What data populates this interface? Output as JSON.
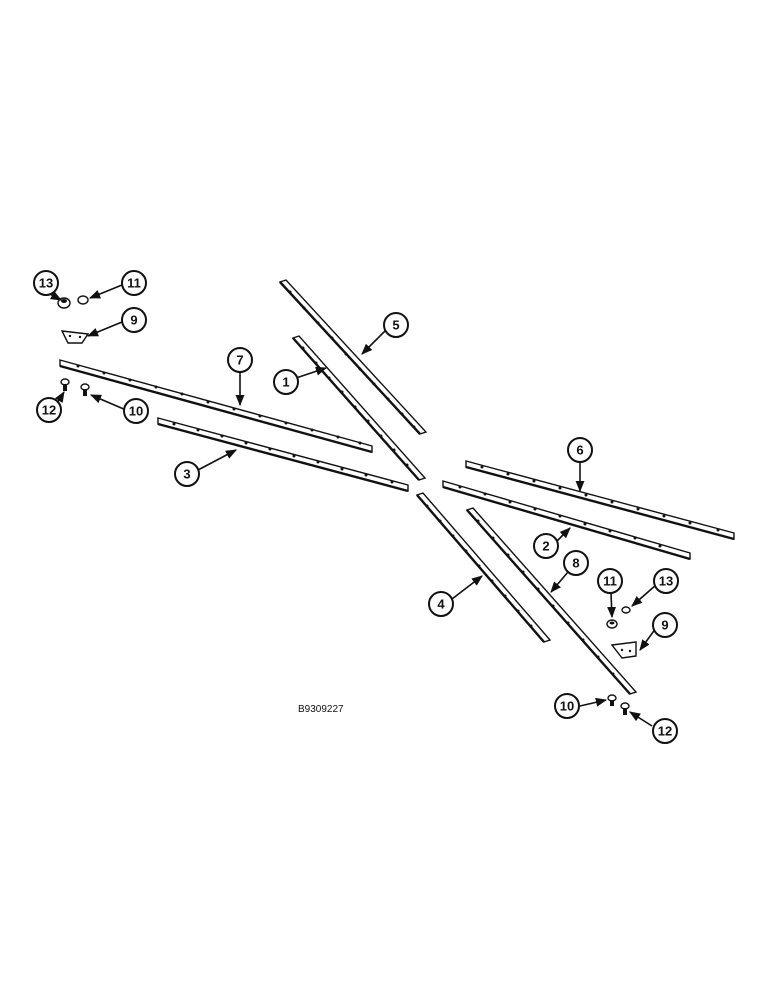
{
  "drawing_code": "B9309227",
  "callouts": {
    "c13a": "13",
    "c11a": "11",
    "c9a": "9",
    "c12a": "12",
    "c10a": "10",
    "c7": "7",
    "c3": "3",
    "c1": "1",
    "c5": "5",
    "c6": "6",
    "c2": "2",
    "c4": "4",
    "c8": "8",
    "c11b": "11",
    "c13b": "13",
    "c9b": "9",
    "c10b": "10",
    "c12b": "12"
  }
}
